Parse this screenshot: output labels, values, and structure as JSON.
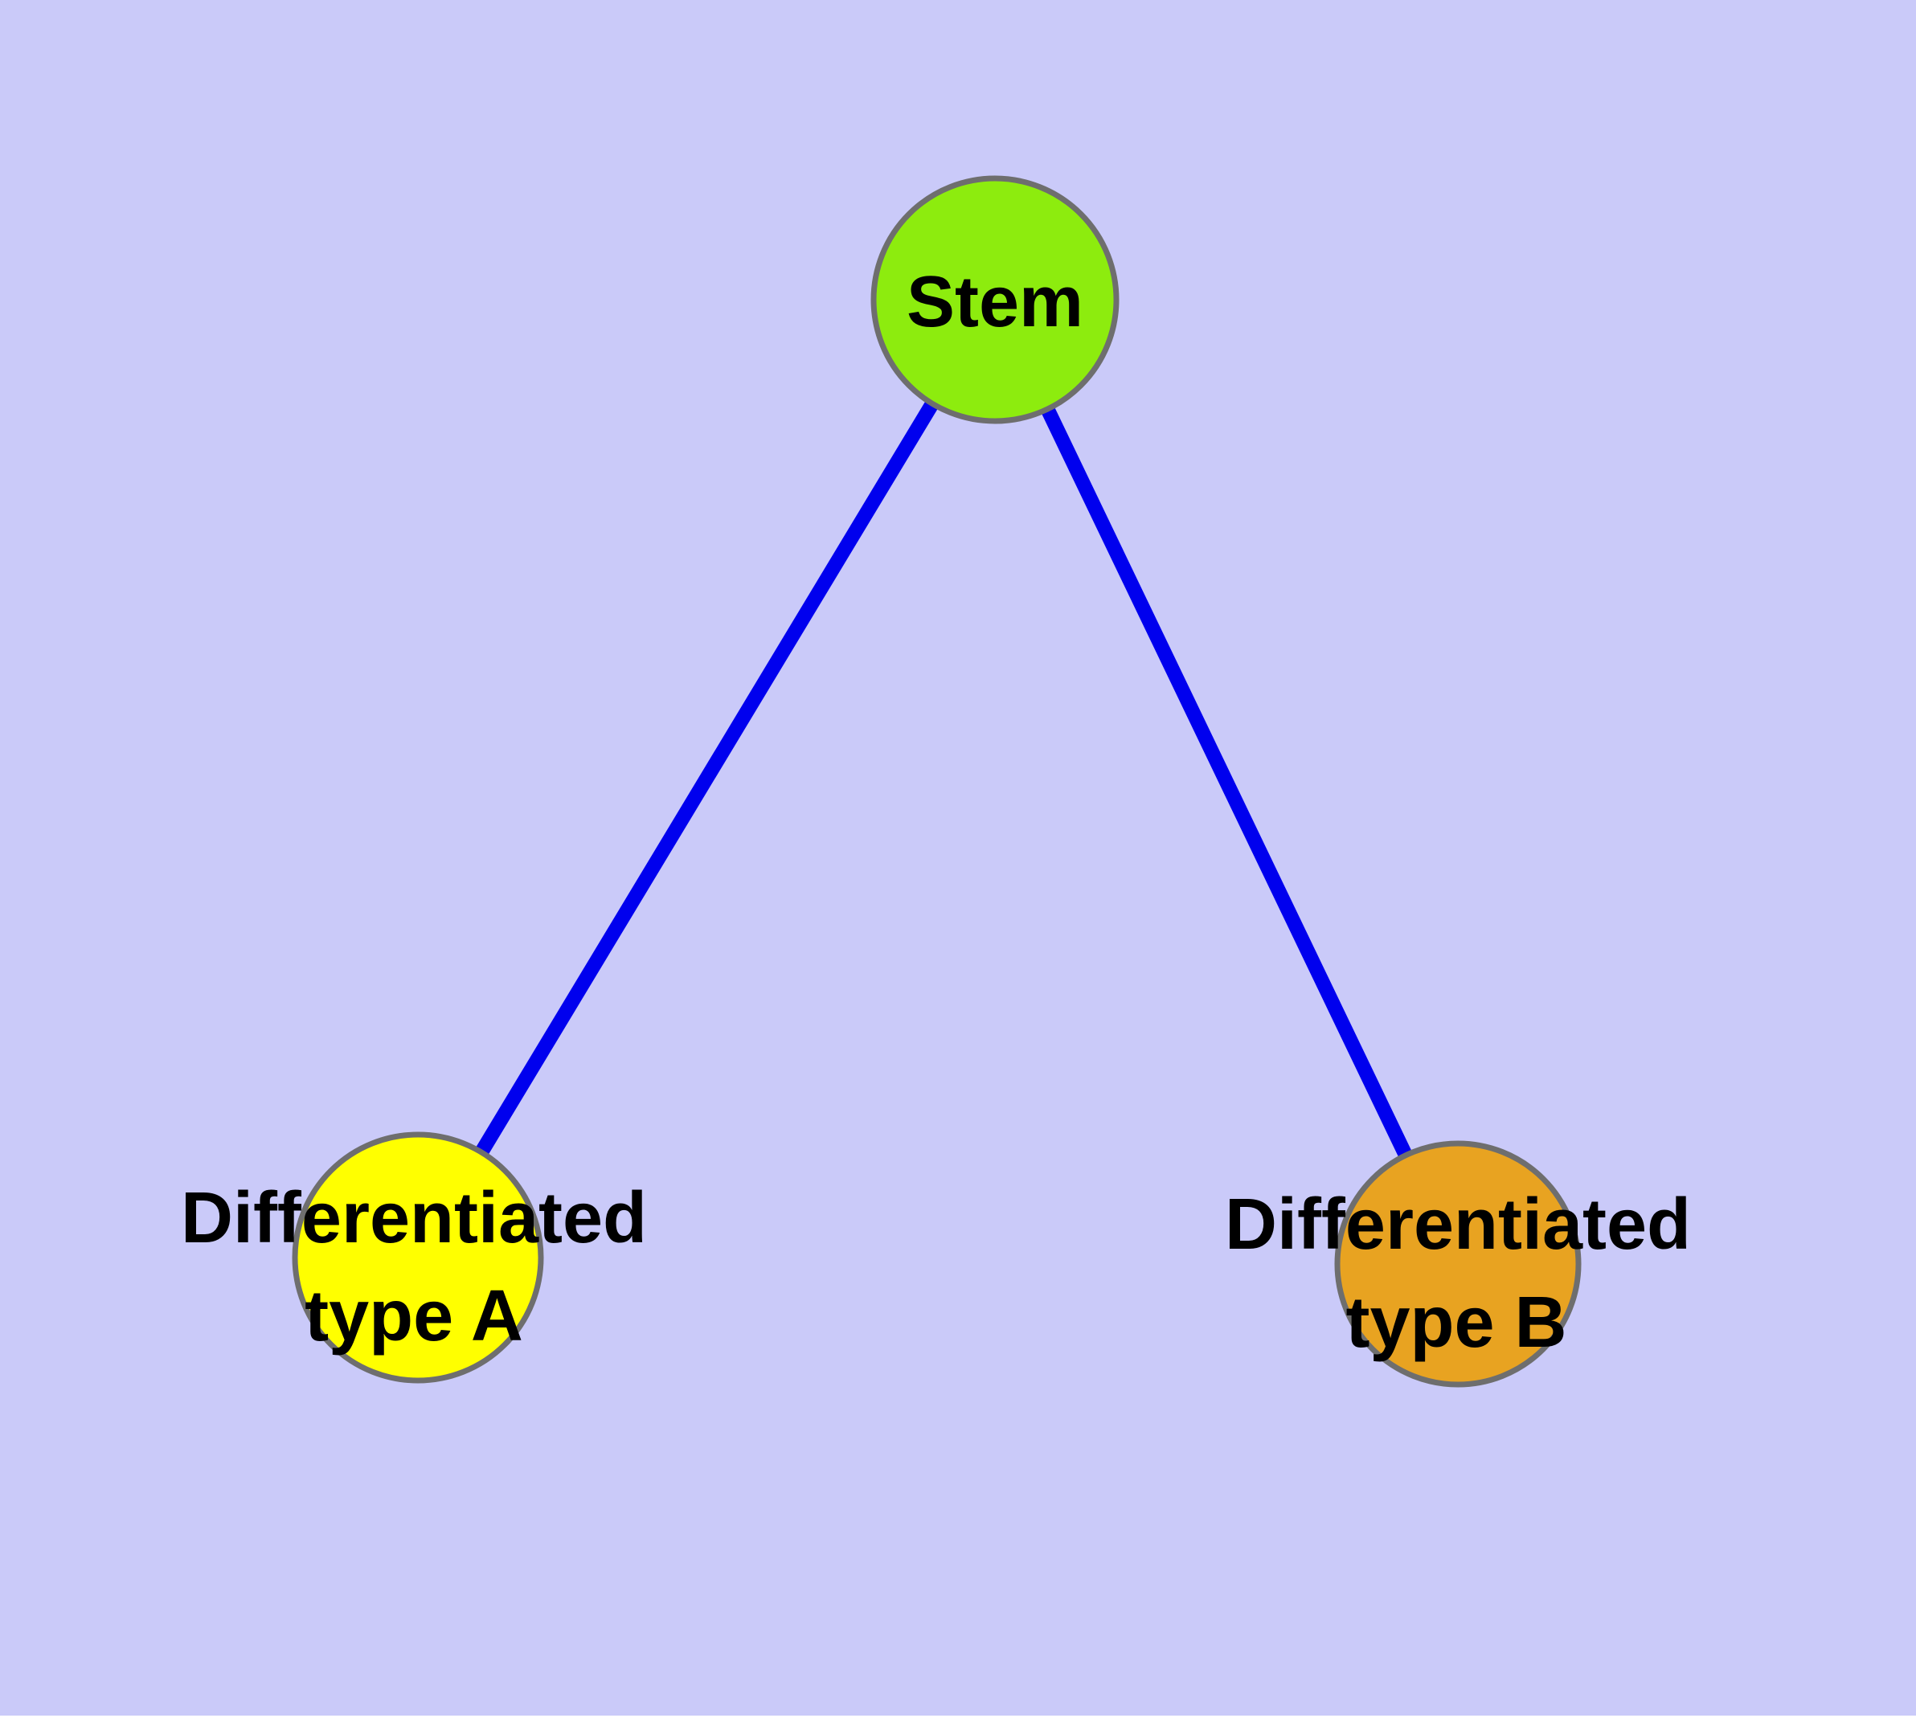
{
  "diagram": {
    "type": "graph",
    "description": "Cell differentiation tree: one stem node with two differentiated child nodes",
    "colors": {
      "background": "#CACAF9",
      "edge": "#0000EE",
      "node_border": "#6E6E6E",
      "label_text": "#000000",
      "bottom_strip": "#FFFFFF"
    },
    "nodes": {
      "stem": {
        "label": "Stem",
        "fill": "#8DEC0E"
      },
      "type_a": {
        "label_line1": "Differentiated",
        "label_line2": "type A",
        "fill": "#FFFF00"
      },
      "type_b": {
        "label_line1": "Differentiated",
        "label_line2": "type B",
        "fill": "#E8A321"
      }
    },
    "edges": [
      {
        "from": "Stem",
        "to": "Differentiated type A"
      },
      {
        "from": "Stem",
        "to": "Differentiated type B"
      }
    ]
  }
}
